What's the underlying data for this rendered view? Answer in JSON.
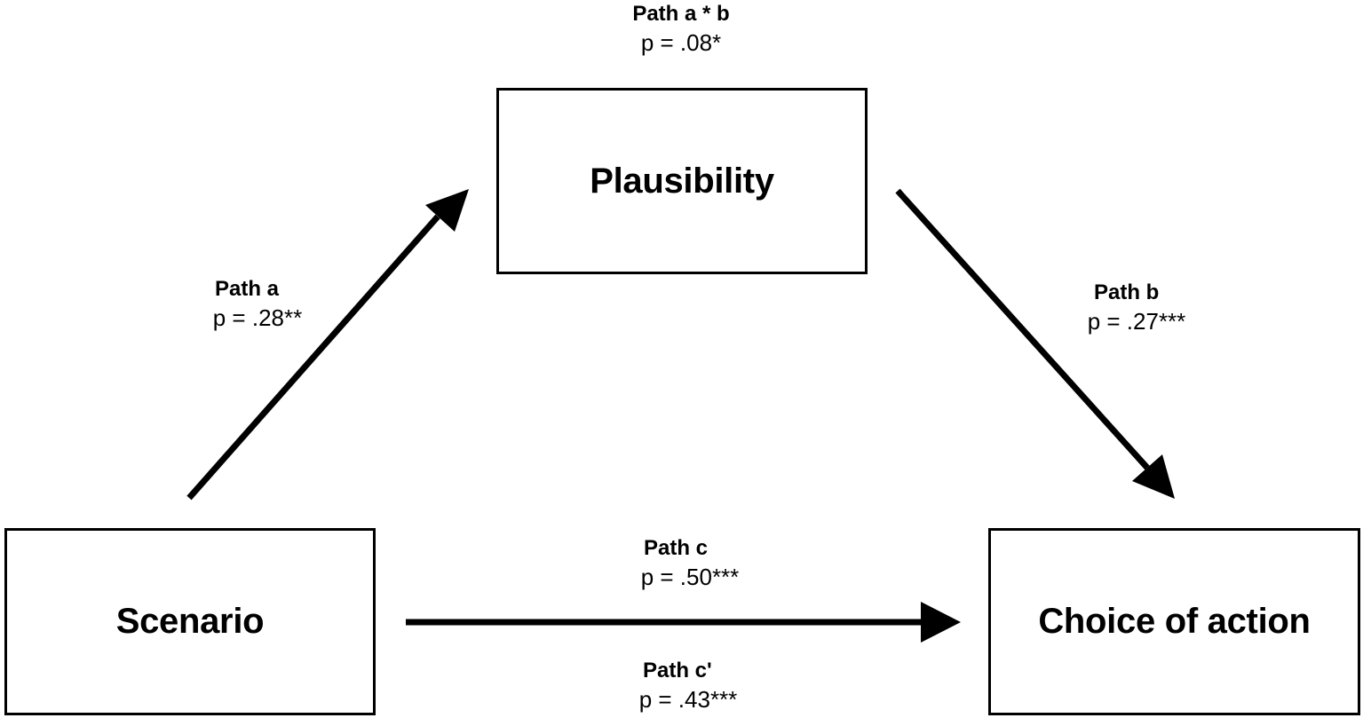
{
  "nodes": {
    "plausibility": "Plausibility",
    "scenario": "Scenario",
    "choice": "Choice of action"
  },
  "paths": {
    "ab": {
      "name": "Path a * b",
      "p": "p = .08*"
    },
    "a": {
      "name": "Path a",
      "p": "p = .28**"
    },
    "b": {
      "name": "Path b",
      "p": "p = .27***"
    },
    "c": {
      "name": "Path c",
      "p": "p = .50***"
    },
    "c_prime": {
      "name": "Path c'",
      "p": "p = .43***"
    }
  }
}
